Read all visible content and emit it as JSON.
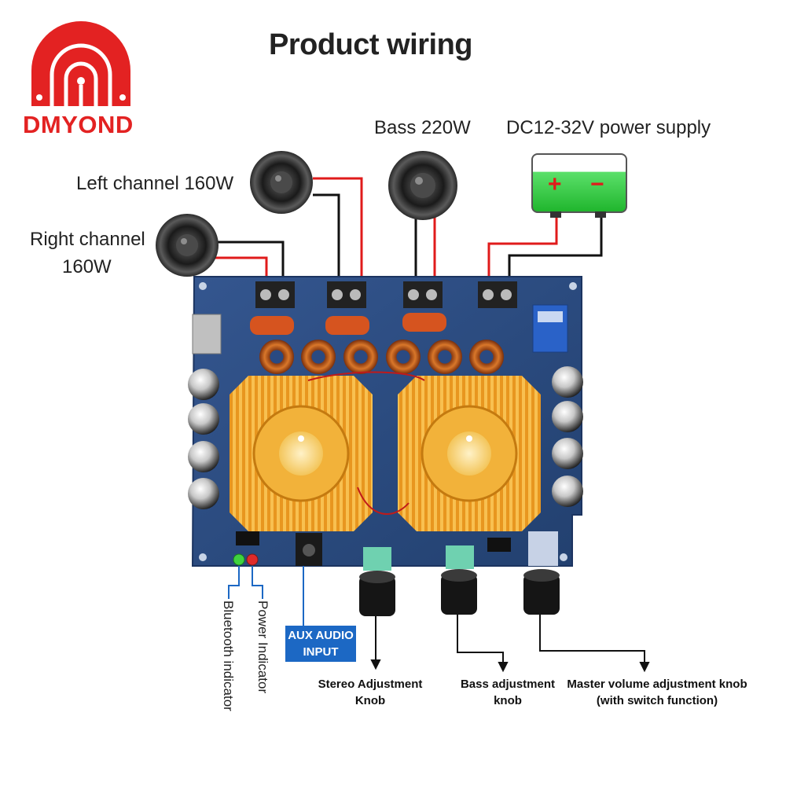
{
  "logo": {
    "text": "DMYOND",
    "color": "#e32222"
  },
  "title": "Product wiring",
  "speakers": {
    "left": {
      "label": "Left channel 160W"
    },
    "right": {
      "label_line1": "Right channel",
      "label_line2": "160W"
    },
    "bass": {
      "label": "Bass 220W"
    }
  },
  "power_supply": {
    "label": "DC12-32V power supply",
    "plus": "+",
    "minus": "−"
  },
  "indicators": {
    "bluetooth": "Bluetooth indicator",
    "power": "Power Indicator"
  },
  "aux": {
    "line1": "AUX AUDIO",
    "line2": "INPUT"
  },
  "knobs": {
    "stereo": {
      "line1": "Stereo Adjustment",
      "line2": "Knob"
    },
    "bass": {
      "line1": "Bass adjustment",
      "line2": "knob"
    },
    "master": {
      "line1": "Master volume adjustment knob",
      "line2": "(with switch function)"
    }
  },
  "colors": {
    "wire_red": "#e01b1b",
    "wire_black": "#111111",
    "callout_blue": "#1c68c4",
    "pcb_blue": "#2a4a82",
    "heatsink": "#f0a030",
    "battery_green": "#2fcf3a"
  }
}
